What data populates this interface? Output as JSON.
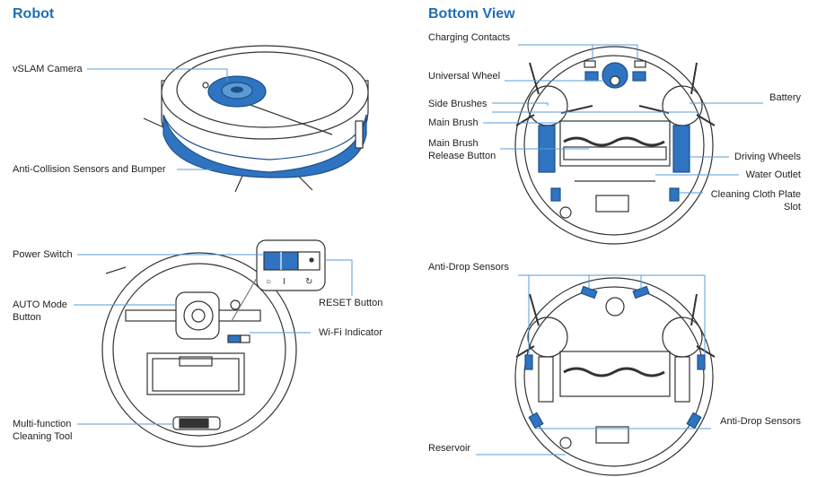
{
  "colors": {
    "accent": "#1f6fb5",
    "part_blue": "#2f74c0",
    "line": "#333333",
    "leader": "#5b9bd5"
  },
  "robot": {
    "title": "Robot",
    "labels": {
      "vslam": "vSLAM Camera",
      "bumper": "Anti-Collision Sensors and Bumper",
      "power": "Power Switch",
      "auto1": "AUTO Mode",
      "auto2": "Button",
      "reset": "RESET Button",
      "wifi": "Wi-Fi Indicator",
      "tool1": "Multi-function",
      "tool2": "Cleaning Tool"
    }
  },
  "bottom": {
    "title": "Bottom View",
    "labels": {
      "charging": "Charging Contacts",
      "wheel": "Universal Wheel",
      "side": "Side Brushes",
      "main": "Main Brush",
      "release1": "Main Brush",
      "release2": "Release Button",
      "battery": "Battery",
      "driving": "Driving Wheels",
      "water": "Water Outlet",
      "cloth1": "Cleaning Cloth Plate",
      "cloth2": "Slot",
      "antidrop_top": "Anti-Drop Sensors",
      "antidrop_right": "Anti-Drop Sensors",
      "reservoir": "Reservoir"
    }
  }
}
